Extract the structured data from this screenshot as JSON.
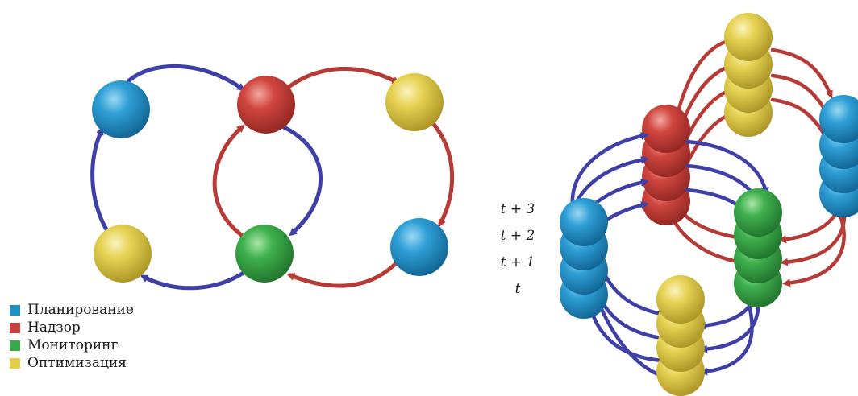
{
  "colors": {
    "planning": "#1f8fc4",
    "supervision": "#c8403b",
    "monitoring": "#3aa84a",
    "optimization": "#e3cf48",
    "blue_arrow": "#3f3fa8",
    "red_arrow": "#b63a35"
  },
  "legend": [
    {
      "label": "Планирование",
      "color": "#1f8fc4"
    },
    {
      "label": "Надзор",
      "color": "#c8403b"
    },
    {
      "label": "Мониторинг",
      "color": "#3aa84a"
    },
    {
      "label": "Оптимизация",
      "color": "#e3cf48"
    }
  ],
  "time_labels": [
    "t + 3",
    "t + 2",
    "t + 1",
    "t"
  ]
}
